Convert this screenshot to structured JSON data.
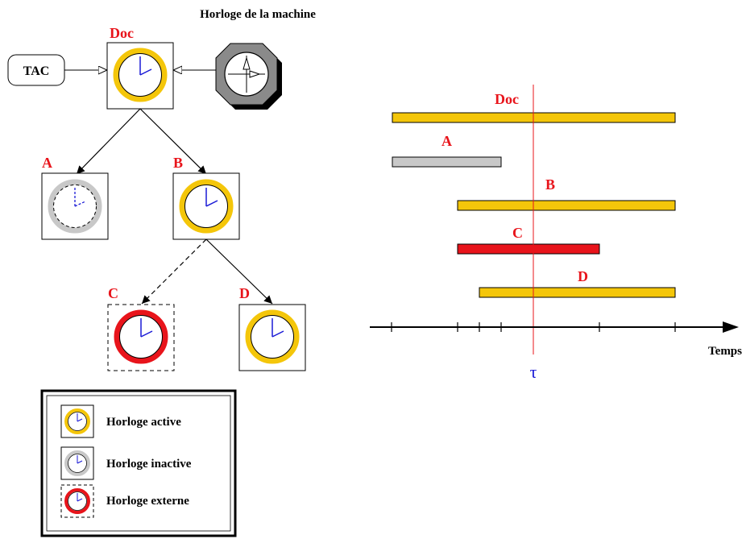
{
  "tree": {
    "title": "Horloge de la machine",
    "tac": "TAC",
    "nodes": {
      "doc": "Doc",
      "a": "A",
      "b": "B",
      "c": "C",
      "d": "D"
    }
  },
  "legend": {
    "active": "Horloge active",
    "inactive": "Horloge inactive",
    "external": "Horloge externe"
  },
  "timeline": {
    "labels": {
      "doc": "Doc",
      "a": "A",
      "b": "B",
      "c": "C",
      "d": "D"
    },
    "axis_label": "Temps",
    "tau": "τ"
  },
  "colors": {
    "active": "#f4c60a",
    "inactive": "#c8c8c8",
    "external": "#e8141b",
    "hand": "#1a1ad6",
    "label": "#e8141b"
  }
}
